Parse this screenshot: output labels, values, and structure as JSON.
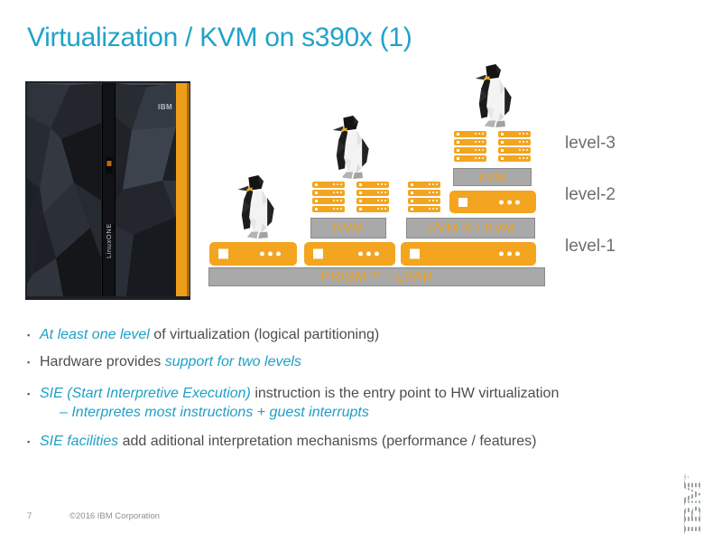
{
  "slide": {
    "title": "Virtualization / KVM on s390x (1)",
    "footer": {
      "page_number": "7",
      "copyright": "©2016 IBM Corporation"
    },
    "logo": {
      "text": "IBM",
      "registered": "®"
    }
  },
  "machine": {
    "brand": "IBM",
    "model": "LinuxONE"
  },
  "diagram": {
    "level_labels": [
      "level-3",
      "level-2",
      "level-1"
    ],
    "bars": {
      "prsm": "PR/SM™ - LPAR",
      "kvm_mid": "KVM",
      "zvm_kvm": "z/VM ® / KVM",
      "kvm_top": "KVM"
    }
  },
  "bullets": {
    "marker": "▪",
    "items": [
      {
        "parts": [
          {
            "style": "em",
            "text": "At least one level"
          },
          {
            "style": "plain",
            "text": " of virtualization (logical partitioning)"
          }
        ]
      },
      {
        "parts": [
          {
            "style": "plain",
            "text": "Hardware provides "
          },
          {
            "style": "em",
            "text": "support for two levels"
          }
        ]
      },
      {
        "parts": [
          {
            "style": "em",
            "text": "SIE (Start Interpretive Execution)"
          },
          {
            "style": "plain",
            "text": " instruction is the entry point to HW virtualization"
          }
        ],
        "sub": "– Interpretes most instructions + guest interrupts"
      },
      {
        "parts": [
          {
            "style": "em",
            "text": "SIE facilities"
          },
          {
            "style": "plain",
            "text": " add aditional interpretation mechanisms (performance / features)"
          }
        ]
      }
    ]
  },
  "colors": {
    "accent_cyan": "#1FA3C9",
    "bar_orange": "#F3A51F",
    "bar_gray": "#A9A9A9",
    "body_text": "#4D4D4D",
    "level_label_gray": "#6E6E6E"
  }
}
